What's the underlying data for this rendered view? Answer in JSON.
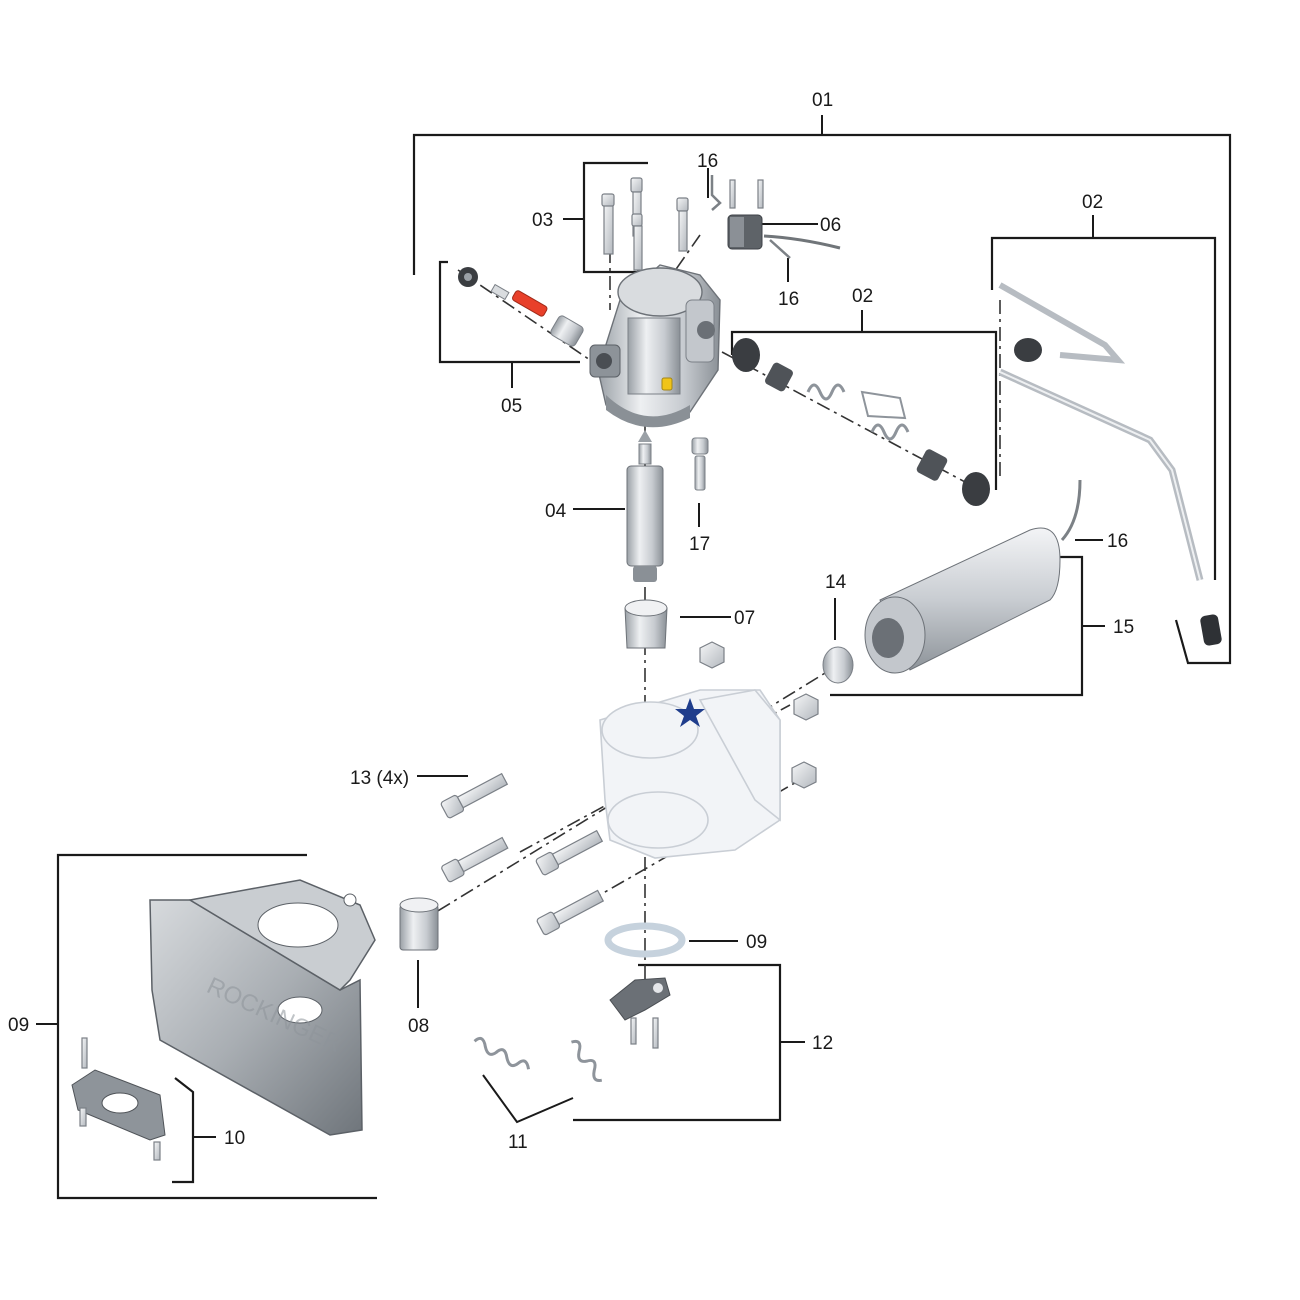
{
  "callouts": {
    "c01": "01",
    "c02_top": "02",
    "c02_mid": "02",
    "c03": "03",
    "c04": "04",
    "c05": "05",
    "c06": "06",
    "c07": "07",
    "c08": "08",
    "c09_left": "09",
    "c09_right": "09",
    "c10": "10",
    "c11": "11",
    "c12": "12",
    "c13": "13 (4x)",
    "c14": "14",
    "c15": "15",
    "c16_top": "16",
    "c16_mid": "16",
    "c16_right": "16",
    "c17": "17"
  },
  "colors": {
    "line": "#1a1a1a",
    "metal_light": "#e6e8eb",
    "metal_dark": "#9aa0a6",
    "rubber": "#3a3d41",
    "pin_red": "#e8402a",
    "grease_nipple": "#f0c419",
    "star": "#1f3d8c"
  },
  "icons": {
    "star": "star-icon"
  },
  "watermark": "ROCKINGER"
}
